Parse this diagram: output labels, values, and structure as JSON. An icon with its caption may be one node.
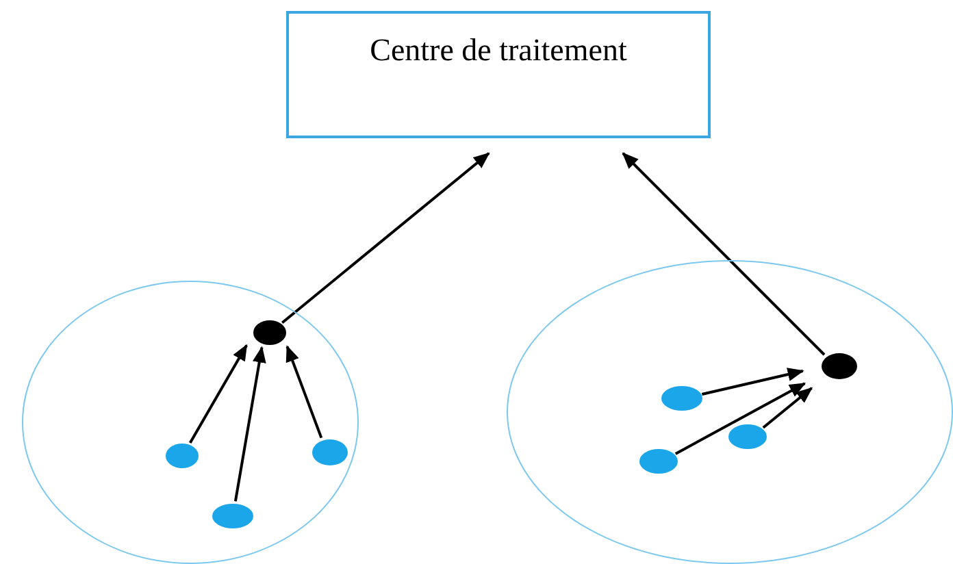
{
  "diagram": {
    "nodes": [
      {
        "text": [
          "Centre de traitement"
        ]
      },
      {
        "text": [],
        "shape": "circle"
      },
      {
        "text": [],
        "shape": "circle"
      },
      {
        "text": [],
        "shape": "circle",
        "in": 1
      },
      {
        "text": [],
        "shape": "circle",
        "in": 1
      },
      {
        "text": [],
        "shape": "circle",
        "in": 1
      },
      {
        "text": [],
        "shape": "circle",
        "in": 1
      },
      {
        "text": [],
        "shape": "circle",
        "in": 2
      },
      {
        "text": [],
        "shape": "circle",
        "in": 2
      },
      {
        "text": [],
        "shape": "circle",
        "in": 2
      },
      {
        "text": [],
        "shape": "circle",
        "in": 2
      }
    ],
    "edges": [
      {
        "from": 3,
        "to": 0,
        "arrow": "to"
      },
      {
        "from": 7,
        "to": 0,
        "arrow": "to"
      },
      {
        "from": 4,
        "to": 3,
        "arrow": "to"
      },
      {
        "from": 5,
        "to": 3,
        "arrow": "to"
      },
      {
        "from": 6,
        "to": 3,
        "arrow": "to"
      },
      {
        "from": 8,
        "to": 7,
        "arrow": "to"
      },
      {
        "from": 9,
        "to": 7,
        "arrow": "to"
      },
      {
        "from": 10,
        "to": 7,
        "arrow": "to"
      }
    ]
  }
}
